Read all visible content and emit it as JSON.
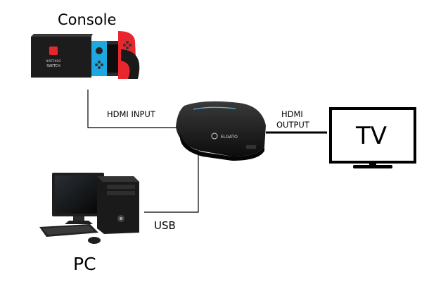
{
  "nodes": {
    "console": "Console",
    "pc": "PC",
    "tv": "TV"
  },
  "connections": {
    "hdmi_input": "HDMI INPUT",
    "hdmi_output_line1": "HDMI",
    "hdmi_output_line2": "OUTPUT",
    "usb": "USB"
  },
  "device_branding": {
    "switch_logo_top": "NINTENDO",
    "switch_logo_bottom": "SWITCH",
    "capture_card_brand": "ELGATO"
  },
  "colors": {
    "joycon_left": "#1fa7e0",
    "joycon_right": "#e8262e",
    "line": "#000000",
    "device_body": "#111111"
  }
}
